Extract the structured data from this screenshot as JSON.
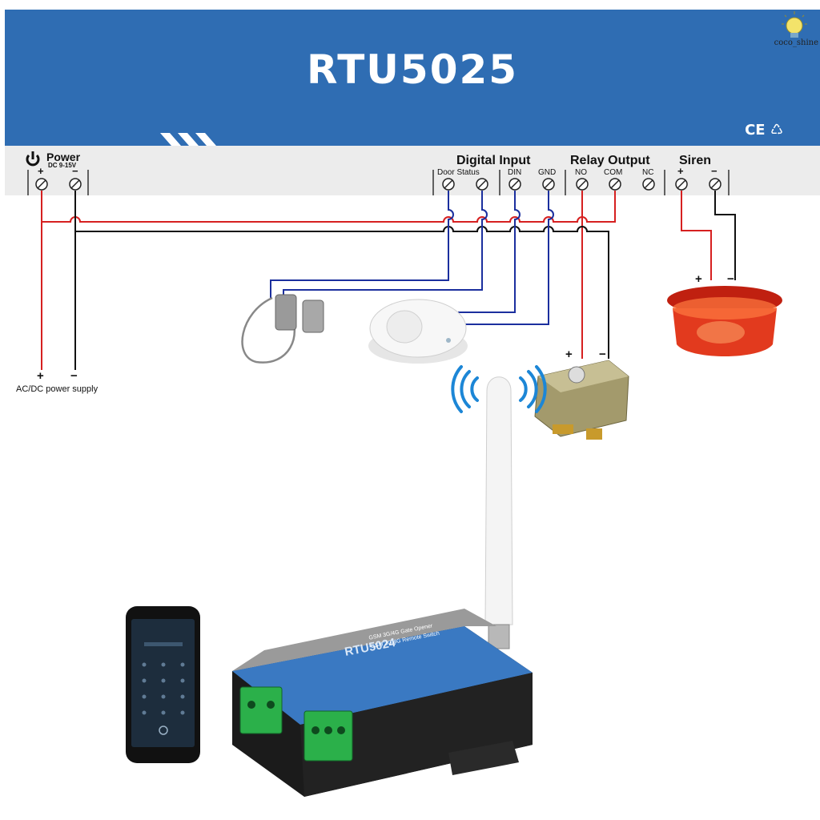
{
  "header": {
    "title": "RTU5025",
    "certifications": "CE ♺",
    "watermark": "coco_shine"
  },
  "terminals": {
    "power_label": "Power",
    "power_rating": "DC 9-15V",
    "digital_input_label": "Digital Input",
    "relay_output_label": "Relay Output",
    "siren_label": "Siren",
    "door_status": "Door Status",
    "din": "DIN",
    "gnd": "GND",
    "no": "NO",
    "com": "COM",
    "nc": "NC",
    "plus": "+",
    "minus": "−"
  },
  "power_supply": {
    "plus": "+",
    "minus": "−",
    "label": "AC/DC power supply"
  },
  "siren": {
    "plus": "+",
    "minus": "−"
  },
  "lock": {
    "plus": "+",
    "minus": "−"
  },
  "device": {
    "model": "RTU5024",
    "subtitle_1": "GSM 3G/4G Gate Opener",
    "subtitle_2": "GSM 3G/4G Remote Switch"
  },
  "colors": {
    "banner": "#2f6db3",
    "wire_red": "#d62020",
    "wire_black": "#111111",
    "wire_blue": "#1b2f9e"
  }
}
